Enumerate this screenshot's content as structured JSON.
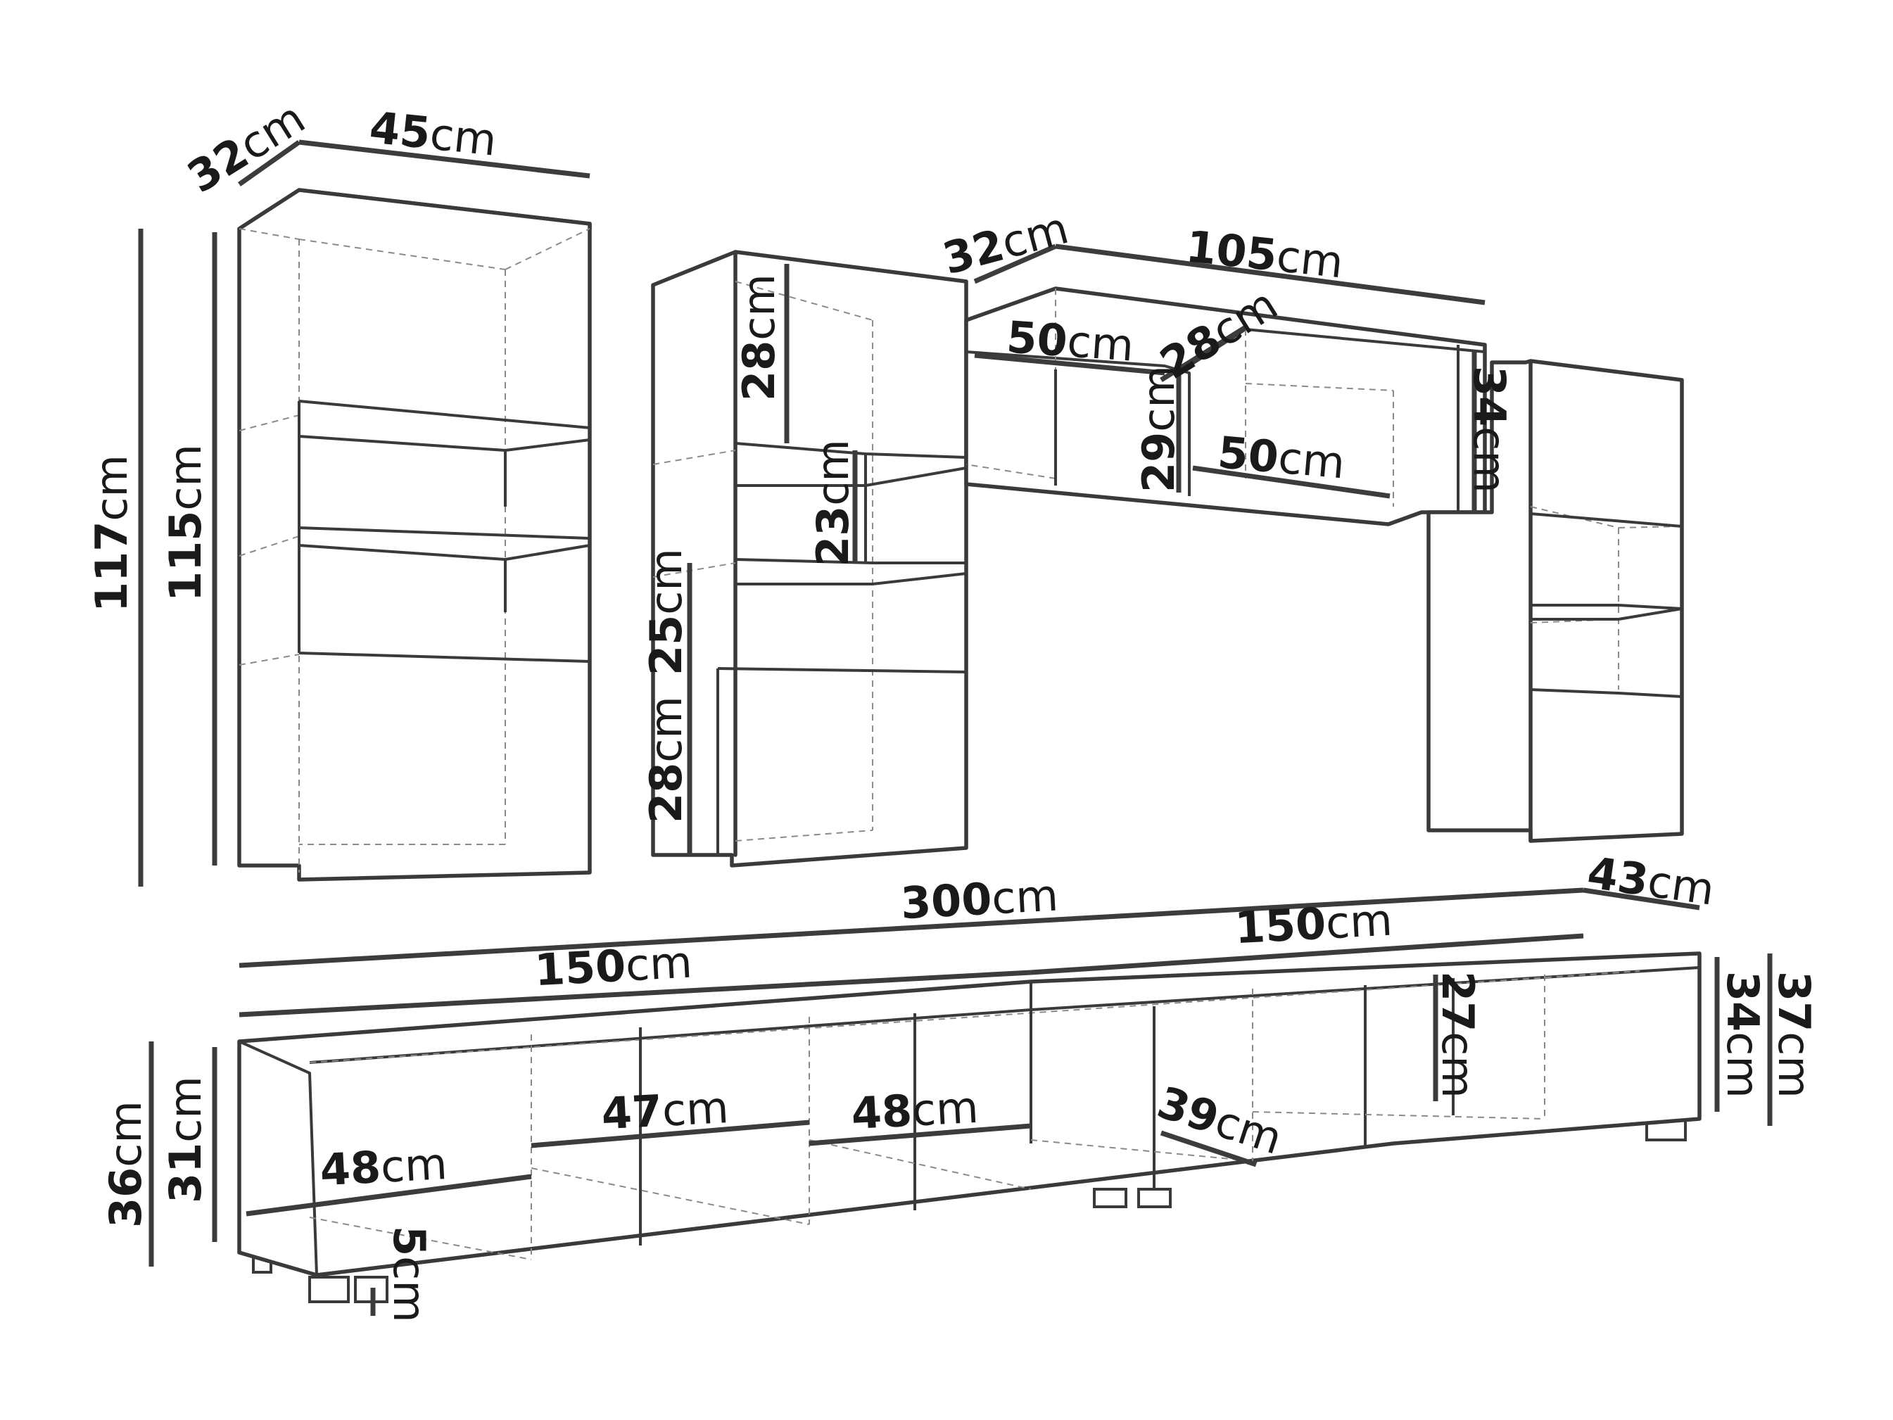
{
  "dimensions": {
    "tall_cabinet": {
      "depth": "32",
      "width": "45",
      "total_height": "117",
      "body_height": "115"
    },
    "middle_cabinet": {
      "top_compartment_height": "28",
      "middle_compartment_height": "23",
      "lower_compartment_height": "25",
      "bottom_compartment_height": "28"
    },
    "wall_shelf": {
      "depth": "32",
      "width": "105",
      "inner_width_left": "50",
      "inner_width_right": "50",
      "step_depth": "28",
      "inner_height": "29",
      "right_height": "34"
    },
    "tv_bench": {
      "total_width": "300",
      "module_width_left": "150",
      "module_width_right": "150",
      "depth": "43",
      "left_total_height": "36",
      "left_inner_height": "31",
      "right_inner_height": "34",
      "right_total_height": "37",
      "inner_compartment_height": "27",
      "compartment_width_1": "48",
      "compartment_width_2": "47",
      "compartment_width_3": "48",
      "inner_depth": "39",
      "leg_height": "5"
    }
  },
  "unit": "cm"
}
